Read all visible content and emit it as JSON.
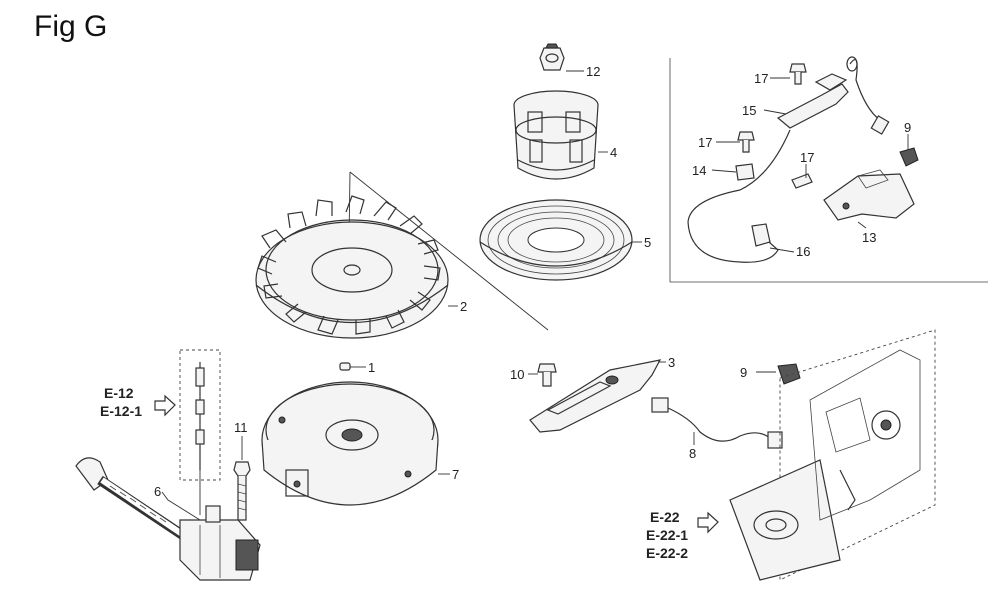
{
  "figure": {
    "title": "Fig G"
  },
  "callouts": {
    "c1": "1",
    "c2": "2",
    "c3": "3",
    "c4": "4",
    "c5": "5",
    "c6": "6",
    "c7": "7",
    "c8": "8",
    "c9a": "9",
    "c9b": "9",
    "c10": "10",
    "c11": "11",
    "c12": "12",
    "c13": "13",
    "c14": "14",
    "c15": "15",
    "c16": "16",
    "c17a": "17",
    "c17b": "17",
    "c17c": "17"
  },
  "references": {
    "left": [
      "E-12",
      "E-12-1"
    ],
    "right": [
      "E-22",
      "E-22-1",
      "E-22-2"
    ]
  }
}
